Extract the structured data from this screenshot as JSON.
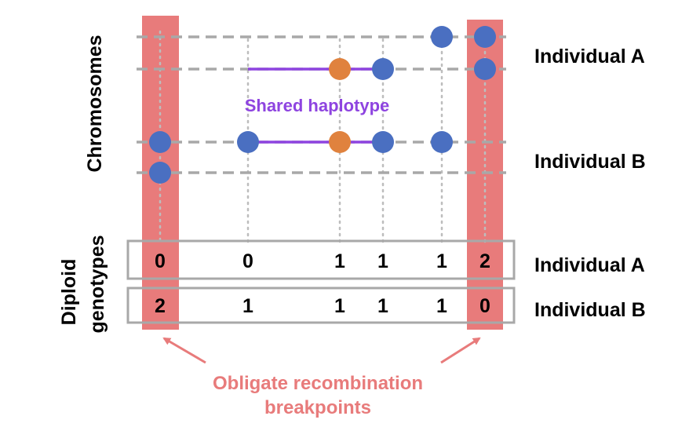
{
  "axis_labels": {
    "chromosomes": "Chromosomes",
    "diploid_line1": "Diploid",
    "diploid_line2": "genotypes"
  },
  "individuals": {
    "a_chromosomes": "Individual A",
    "b_chromosomes": "Individual B",
    "a_genotypes": "Individual A",
    "b_genotypes": "Individual B"
  },
  "shared_haplotype_label": "Shared haplotype",
  "breakpoint_label": {
    "line1": "Obligate recombination",
    "line2": "breakpoints"
  },
  "genotypes": {
    "individual_a": [
      "0",
      "0",
      "1",
      "1",
      "1",
      "2"
    ],
    "individual_b": [
      "2",
      "1",
      "1",
      "1",
      "1",
      "0"
    ]
  },
  "colors": {
    "breakpoint_band": "#e87b7b",
    "breakpoint_text": "#e87b7b",
    "allele_blue": "#4a6fc1",
    "allele_orange": "#e0823e",
    "haplotype_purple": "#8e44e0",
    "chromosome_line": "#a8a8a8",
    "genotype_box": "#a8a8a8"
  }
}
